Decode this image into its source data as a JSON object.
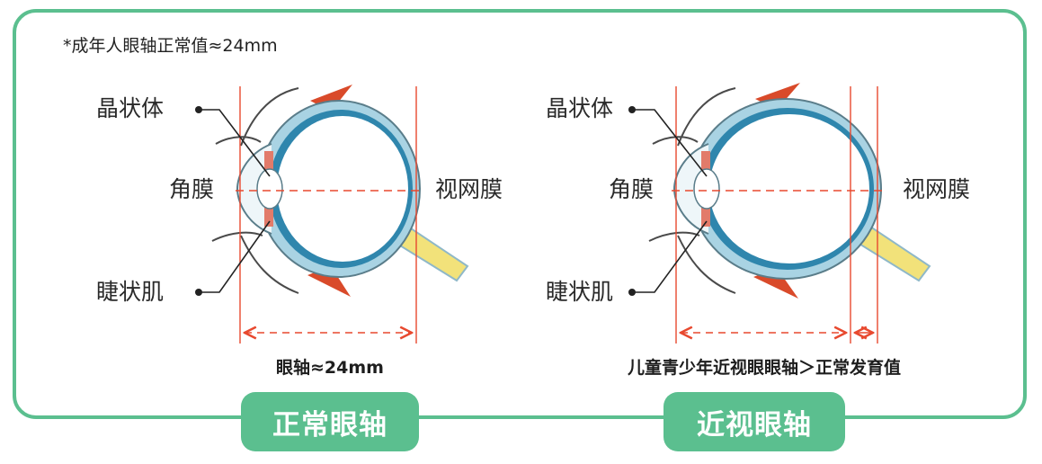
{
  "note": "*成年人眼轴正常值≈24mm",
  "normal": {
    "label_lens": "晶状体",
    "label_cornea": "角膜",
    "label_ciliary": "睫状肌",
    "label_retina": "视网膜",
    "caption": "眼轴≈24mm",
    "tag": "正常眼轴"
  },
  "myopia": {
    "label_lens": "晶状体",
    "label_cornea": "角膜",
    "label_ciliary": "睫状肌",
    "label_retina": "视网膜",
    "caption": "儿童青少年近视眼眼轴＞正常发育值",
    "tag": "近视眼轴"
  },
  "colors": {
    "frame": "#5bbf8f",
    "measure_line": "#e8492f",
    "sclera": "#a9d3e3",
    "choroid": "#2f86ad",
    "optic_nerve": "#f2e27a",
    "muscle": "#d94a2a"
  }
}
